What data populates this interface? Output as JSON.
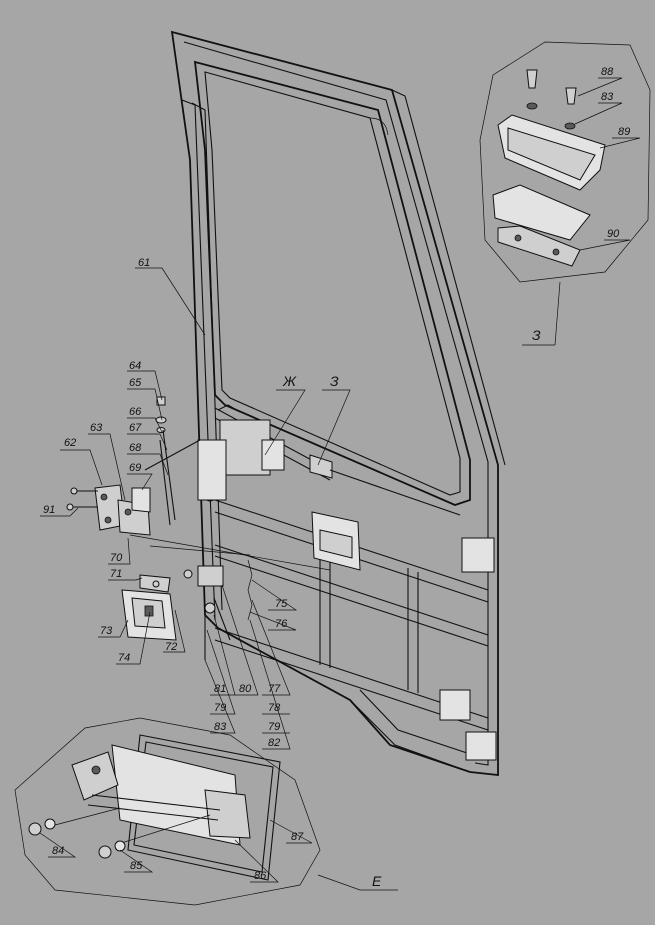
{
  "labels": {
    "l61": "61",
    "l62": "62",
    "l63": "63",
    "l64": "64",
    "l65": "65",
    "l66": "66",
    "l67": "67",
    "l68": "68",
    "l69": "69",
    "l70": "70",
    "l71": "71",
    "l72": "72",
    "l73": "73",
    "l74": "74",
    "l75": "75",
    "l76": "76",
    "l77": "77",
    "l78": "78",
    "l79a": "79",
    "l79b": "79",
    "l80": "80",
    "l81": "81",
    "l82": "82",
    "l83a": "83",
    "l83b": "83",
    "l84": "84",
    "l85": "85",
    "l86": "86",
    "l87": "87",
    "l88": "88",
    "l89": "89",
    "l90": "90",
    "l91": "91"
  },
  "views": {
    "zh": "Ж",
    "z": "З",
    "z_detail": "З",
    "e_detail": "Е"
  }
}
